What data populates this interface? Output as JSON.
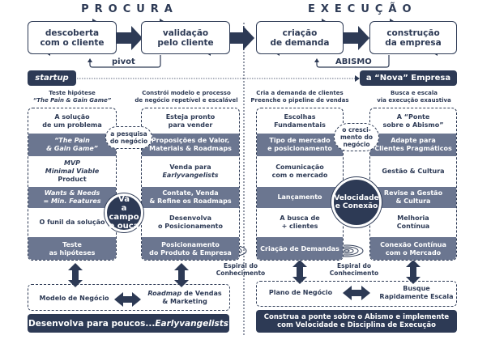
{
  "header": {
    "left_phase": "PROCURA",
    "right_phase": "EXECUÇÃO"
  },
  "top_flow": {
    "steps": [
      {
        "label_line1": "descoberta",
        "label_line2": "com o cliente"
      },
      {
        "label_line1": "validação",
        "label_line2": "pelo cliente"
      },
      {
        "label_line1": "criação",
        "label_line2": "de demanda"
      },
      {
        "label_line1": "construção",
        "label_line2": "da empresa"
      }
    ],
    "left_loop_label": "pivot",
    "right_loop_label": "ABISMO",
    "startup_label": "startup",
    "new_company_label": "a “Nova” Empresa"
  },
  "columns": [
    {
      "caption_line1": "Teste hipótese",
      "caption_line2": "“The Pain & Gain Game”",
      "cells": [
        {
          "line1": "A solução",
          "line2": "de um problema",
          "style": "light"
        },
        {
          "line1": "“The Pain",
          "line2": "& Gain Game”",
          "style": "dark"
        },
        {
          "line1": "MVP",
          "line2": "Minimal Viable",
          "line3": "Product",
          "style": "light"
        },
        {
          "line1": "Wants & Needs",
          "line2": "= Min. Features",
          "style": "dark"
        },
        {
          "line1": "O funil da solução",
          "style": "light"
        },
        {
          "line1": "Teste",
          "line2": "as hipóteses",
          "style": "dark"
        }
      ]
    },
    {
      "caption_line1": "Constrói modelo e processo",
      "caption_line2": "de negócio repetível e escalável",
      "cells": [
        {
          "line1": "Esteja pronto",
          "line2": "para vender",
          "style": "light"
        },
        {
          "line1": "Proposições de Valor,",
          "line2": "Materiais & Roadmaps",
          "style": "dark"
        },
        {
          "line1": "Venda para",
          "line2": "Earlyvangelists",
          "style": "light"
        },
        {
          "line1": "Contate, Venda",
          "line2": "& Refine os Roadmaps",
          "style": "dark"
        },
        {
          "line1": "Desenvolva",
          "line2": "o Posicionamento",
          "style": "light"
        },
        {
          "line1": "Posicionamento",
          "line2": "do Produto & Empresa",
          "style": "dark"
        }
      ]
    },
    {
      "caption_line1": "Cria a demanda de clientes",
      "caption_line2": "Preenche o pipeline de vendas",
      "cells": [
        {
          "line1": "Escolhas",
          "line2": "Fundamentais",
          "style": "light"
        },
        {
          "line1": "Tipo de mercado",
          "line2": "e posicionamento",
          "style": "dark"
        },
        {
          "line1": "Comunicação",
          "line2": "com o mercado",
          "style": "light"
        },
        {
          "line1": "Lançamento",
          "style": "dark"
        },
        {
          "line1": "A busca de",
          "line2": "+ clientes",
          "style": "light"
        },
        {
          "line1": "Criação de Demandas",
          "style": "dark"
        }
      ]
    },
    {
      "caption_line1": "Busca e escala",
      "caption_line2": "via execução exaustiva",
      "cells": [
        {
          "line1": "A “Ponte",
          "line2": "sobre o Abismo”",
          "style": "light"
        },
        {
          "line1": "Adapte para",
          "line2": "Clientes Pragmáticos",
          "style": "dark"
        },
        {
          "line1": "Gestão & Cultura",
          "style": "light"
        },
        {
          "line1": "Revise a Gestão",
          "line2": "& Cultura",
          "style": "dark"
        },
        {
          "line1": "Melhoria",
          "line2": "Contínua",
          "style": "light"
        },
        {
          "line1": "Conexão Contínua",
          "line2": "com o Mercado",
          "style": "dark"
        }
      ]
    }
  ],
  "connectors": {
    "left_notch_line1": "a pesquisa",
    "left_notch_line2": "do negócio",
    "right_notch_line1": "o cresci-",
    "right_notch_line2": "mento do",
    "right_notch_line3": "negócio",
    "left_circle_line1": "Vá",
    "left_circle_line2": "a campo",
    "left_circle_line3": "e ouça",
    "right_circle_line1": "Velocidade",
    "right_circle_line2": "e Conexão",
    "spiral_label_line1": "Espiral do",
    "spiral_label_line2": "Conhecimento"
  },
  "bottom": {
    "left_box_a": "Modelo de Negócio",
    "left_box_b_italic": "Roadmap",
    "left_box_b_rest": " de Vendas",
    "left_box_b_line2": "& Marketing",
    "left_banner_text": "Desenvolva para poucos... ",
    "left_banner_italic": "Earlyvangelists",
    "right_box_a": "Plano de Negócio",
    "right_box_b_line1": "Busque",
    "right_box_b_line2": "Rapidamente Escala",
    "right_banner_line1": "Construa a ponte sobre o Abismo e implemente",
    "right_banner_line2": "com Velocidade e Disciplina de Execução"
  },
  "colors": {
    "navy": "#2d3a55",
    "slate": "#6b7690",
    "white": "#ffffff"
  }
}
